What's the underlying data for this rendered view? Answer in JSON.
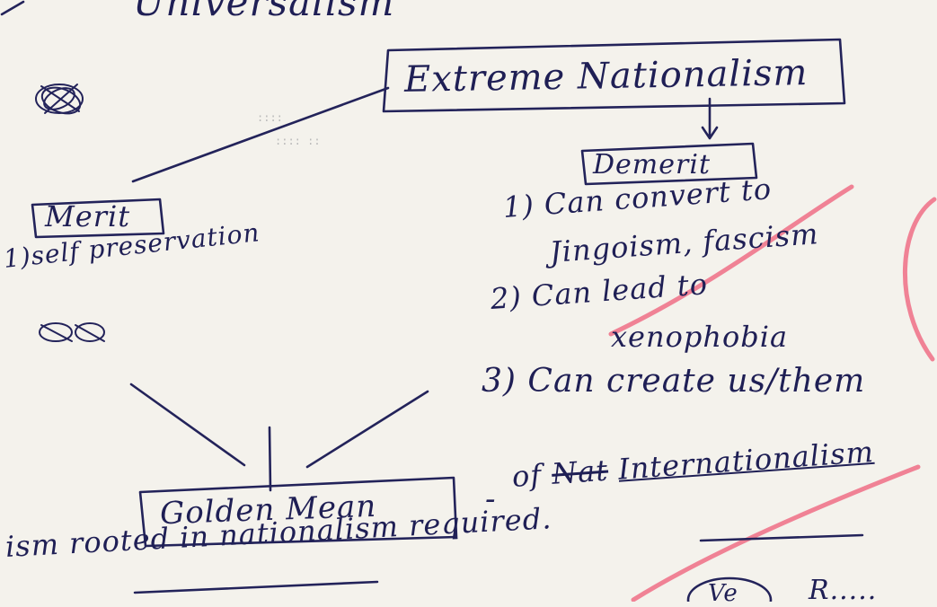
{
  "colors": {
    "paper": "#f4f2ec",
    "ink": "#1f1f55",
    "highlighter": "#ef6f86"
  },
  "header": {
    "text": "Universalism"
  },
  "center": {
    "title": "Extreme Nationalism"
  },
  "left": {
    "heading": "Merit",
    "items": [
      "1)self preservation"
    ]
  },
  "right": {
    "heading": "Demerit",
    "items": [
      "1) Can convert to",
      "Jingoism, fascism",
      "2) Can lead to",
      "xenophobia",
      "3) Can create us/them"
    ]
  },
  "bottom": {
    "box": "Golden Mean",
    "dash": "-",
    "line1_prefix": "of",
    "line1_struck": "Nat",
    "line1_rest": "Internationalism",
    "line2_start": "ism rooted in",
    "line2_underlined": "nationalism",
    "line2_required": "required."
  },
  "footer": {
    "fragment": "R.....",
    "circle_text": "Ve"
  }
}
